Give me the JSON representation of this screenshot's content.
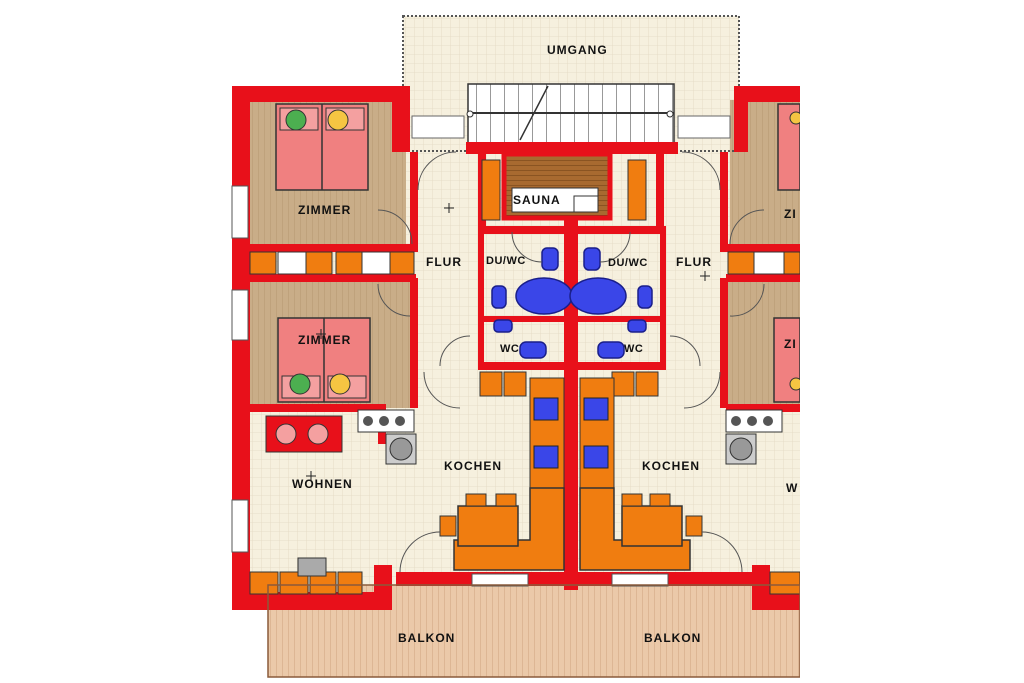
{
  "rooms": {
    "umgang": "UMGANG",
    "sauna": "SAUNA",
    "flur_left": "FLUR",
    "flur_right": "FLUR",
    "zimmer_top_left": "ZIMMER",
    "zimmer_bottom_left": "ZIMMER",
    "zimmer_top_right_partial": "ZI",
    "zimmer_bottom_right_partial": "ZI",
    "du_wc_left": "DU/WC",
    "du_wc_right": "DU/WC",
    "wc_left": "WC",
    "wc_right": "WC",
    "kochen_left": "KOCHEN",
    "kochen_right": "KOCHEN",
    "wohnen_left": "WOHNEN",
    "wohnen_right_partial": "W",
    "balkon_left": "BALKON",
    "balkon_right": "BALKON"
  },
  "colors": {
    "wall": "#e8101a",
    "floor_tile": "#f4eedc",
    "floor_wood": "#c8ab86",
    "balcony_wood": "#e9c7a8",
    "bed": "#f08080",
    "furniture_orange": "#f07d10",
    "sanitary_blue": "#3a46e8"
  }
}
